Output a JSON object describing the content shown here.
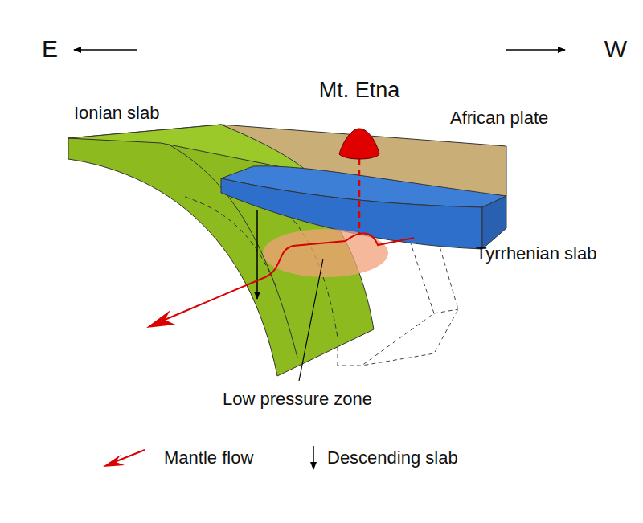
{
  "diagram": {
    "labels": [
      "E",
      "W",
      "Mt. Etna",
      "Ionian slab",
      "African plate",
      "Tyrrhenian slab",
      "Low pressure zone"
    ],
    "legend": [
      {
        "text": "Mantle flow"
      },
      {
        "text": "Descending slab"
      }
    ]
  }
}
